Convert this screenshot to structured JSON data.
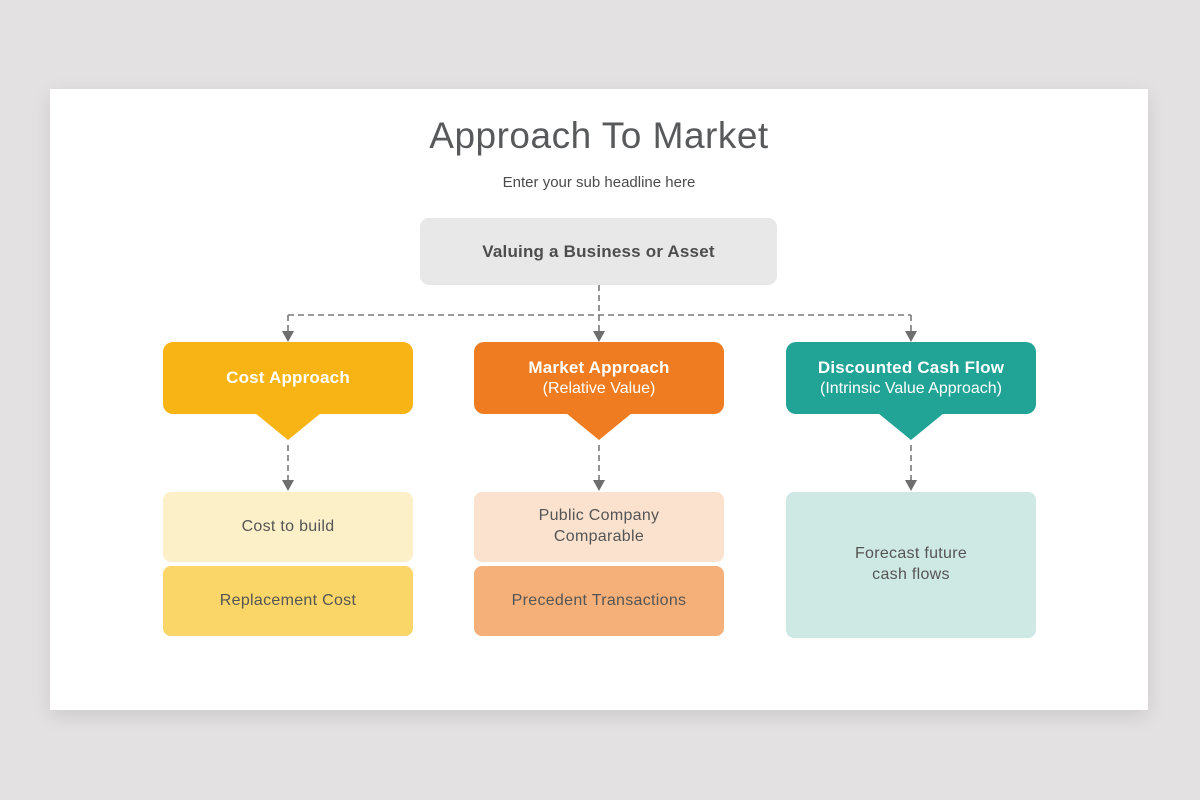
{
  "slide": {
    "title": "Approach To Market",
    "subtitle": "Enter your sub headline here",
    "background_color": "#e3e1e2",
    "card_color": "#ffffff"
  },
  "root_node": {
    "label": "Valuing a Business or Asset",
    "background_color": "#e8e8e8",
    "text_color": "#4d4d4d"
  },
  "connectors": {
    "style": "dashed",
    "line_color": "#7a7a7a",
    "arrow_color": "#6e6e6e"
  },
  "columns": [
    {
      "header": {
        "title": "Cost Approach",
        "subtitle": "",
        "color": "#f8b415",
        "text_color": "#ffffff"
      },
      "children": [
        {
          "label": "Cost to build",
          "color": "#fcf0c9"
        },
        {
          "label": "Replacement Cost",
          "color": "#f9d667"
        }
      ]
    },
    {
      "header": {
        "title": "Market Approach",
        "subtitle": "(Relative Value)",
        "color": "#ef7c20",
        "text_color": "#ffffff"
      },
      "children": [
        {
          "label": "Public Company\nComparable",
          "color": "#fae2ce"
        },
        {
          "label": "Precedent Transactions",
          "color": "#f4b078"
        }
      ]
    },
    {
      "header": {
        "title": "Discounted Cash Flow",
        "subtitle": "(Intrinsic Value Approach)",
        "color": "#21a396",
        "text_color": "#ffffff"
      },
      "children": [
        {
          "label": "Forecast future\ncash flows",
          "color": "#cee9e4"
        }
      ]
    }
  ],
  "child_text_color": "#555555"
}
